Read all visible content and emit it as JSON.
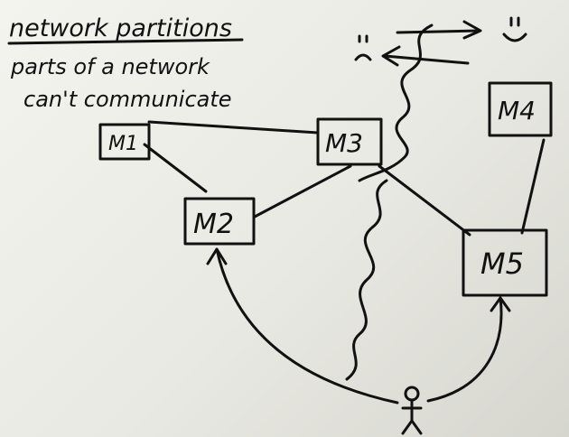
{
  "title": "network partitions",
  "subtitle_line1": "parts of a network",
  "subtitle_line2": "can't communicate",
  "machines": {
    "m1": "M1",
    "m2": "M2",
    "m3": "M3",
    "m4": "M4",
    "m5": "M5"
  },
  "faces": {
    "sad": "sad-face",
    "happy": "happy-face"
  },
  "user": "stick-figure"
}
